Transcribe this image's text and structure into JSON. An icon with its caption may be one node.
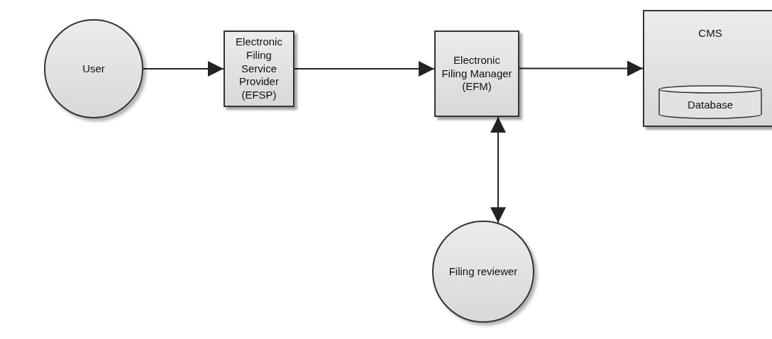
{
  "diagram": {
    "nodes": [
      {
        "text": [
          "User"
        ]
      },
      {
        "text": [
          "Electronic Filing Service Provider (EFSP)"
        ]
      },
      {
        "text": [
          "Electronic Filing Manager (EFM)"
        ]
      },
      {
        "text": [
          "CMS"
        ]
      },
      {
        "text": [
          "Database"
        ],
        "in": 3
      },
      {
        "text": [
          "Filing reviewer"
        ]
      }
    ],
    "edges": [
      {
        "from": 0,
        "to": 1,
        "arrow": "to"
      },
      {
        "from": 1,
        "to": 2,
        "arrow": "to"
      },
      {
        "from": 2,
        "to": 3,
        "arrow": "to"
      },
      {
        "from": 2,
        "to": 5,
        "arrow": "both"
      }
    ]
  }
}
